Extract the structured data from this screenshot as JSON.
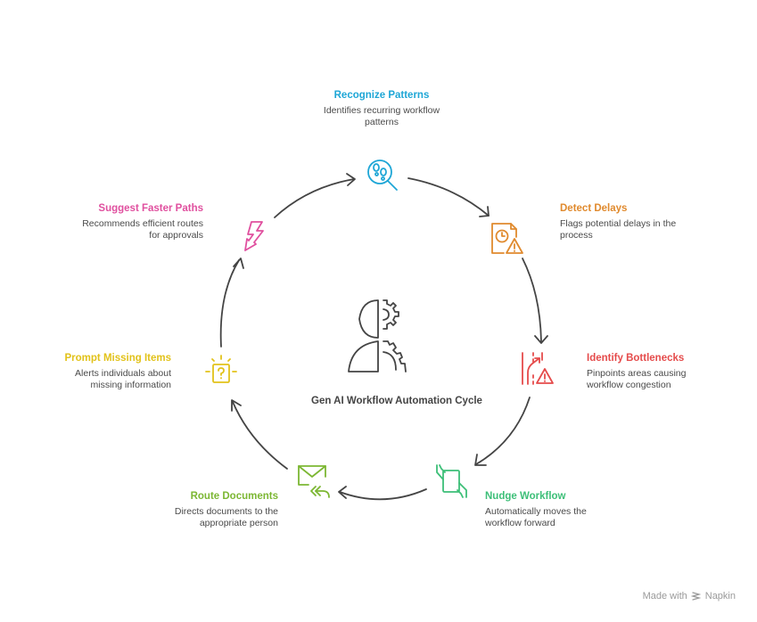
{
  "diagram": {
    "type": "cycle",
    "center": {
      "title": "Gen AI Workflow Automation Cycle",
      "icon": "person-gear-icon",
      "color": "#444444"
    },
    "arrow_color": "#444444",
    "steps": [
      {
        "id": "recognize-patterns",
        "title": "Recognize Patterns",
        "description_lines": [
          "Identifies recurring workflow",
          "patterns"
        ],
        "icon": "footprints-magnifier-icon",
        "color": "#1ea6d6"
      },
      {
        "id": "detect-delays",
        "title": "Detect Delays",
        "description_lines": [
          "Flags potential delays in the",
          "process"
        ],
        "icon": "document-clock-warning-icon",
        "color": "#e08a2e"
      },
      {
        "id": "identify-bottlenecks",
        "title": "Identify Bottlenecks",
        "description_lines": [
          "Pinpoints areas causing",
          "workflow congestion"
        ],
        "icon": "road-merge-warning-icon",
        "color": "#e54b4b"
      },
      {
        "id": "nudge-workflow",
        "title": "Nudge Workflow",
        "description_lines": [
          "Automatically moves the",
          "workflow forward"
        ],
        "icon": "hands-tablet-icon",
        "color": "#3dbf78"
      },
      {
        "id": "route-documents",
        "title": "Route Documents",
        "description_lines": [
          "Directs documents to the",
          "appropriate person"
        ],
        "icon": "envelope-forward-icon",
        "color": "#7cb733"
      },
      {
        "id": "prompt-missing-items",
        "title": "Prompt Missing Items",
        "description_lines": [
          "Alerts individuals about",
          "missing information"
        ],
        "icon": "question-box-alert-icon",
        "color": "#e2c21a"
      },
      {
        "id": "suggest-faster-paths",
        "title": "Suggest Faster Paths",
        "description_lines": [
          "Recommends efficient routes",
          "for approvals"
        ],
        "icon": "lightning-arrow-icon",
        "color": "#e0509f"
      }
    ]
  },
  "footer": {
    "made_with": "Made with",
    "brand": "Napkin",
    "icon": "napkin-logo-icon"
  }
}
